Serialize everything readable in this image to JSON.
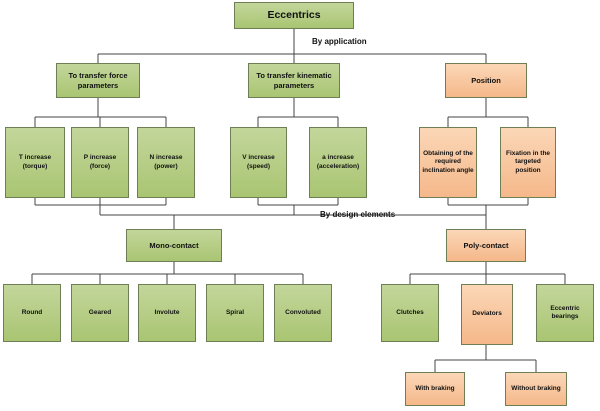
{
  "root": "Eccentrics",
  "by_application_label": "By application",
  "by_design_label": "By design elements",
  "application": {
    "force": {
      "label": "To transfer force parameters",
      "children": [
        "T increase (torque)",
        "P increase (force)",
        "N increase (power)"
      ]
    },
    "kinematic": {
      "label": "To transfer kinematic parameters",
      "children": [
        "V increase (speed)",
        "a increase (acceleration)"
      ]
    },
    "position": {
      "label": "Position",
      "children": [
        "Obtaining of the required inclination angle",
        "Fixation in the targeted position"
      ]
    }
  },
  "design": {
    "mono": {
      "label": "Mono-contact",
      "children": [
        "Round",
        "Geared",
        "Involute",
        "Spiral",
        "Convoluted"
      ]
    },
    "poly": {
      "label": "Poly-contact",
      "children": [
        "Clutches",
        "Deviators",
        "Eccentric bearings"
      ],
      "deviators_children": [
        "With braking",
        "Without braking"
      ]
    }
  },
  "colors": {
    "green": "#b5cf85",
    "orange": "#f8c8a0",
    "border": "#6f7f55",
    "line": "#444444"
  }
}
